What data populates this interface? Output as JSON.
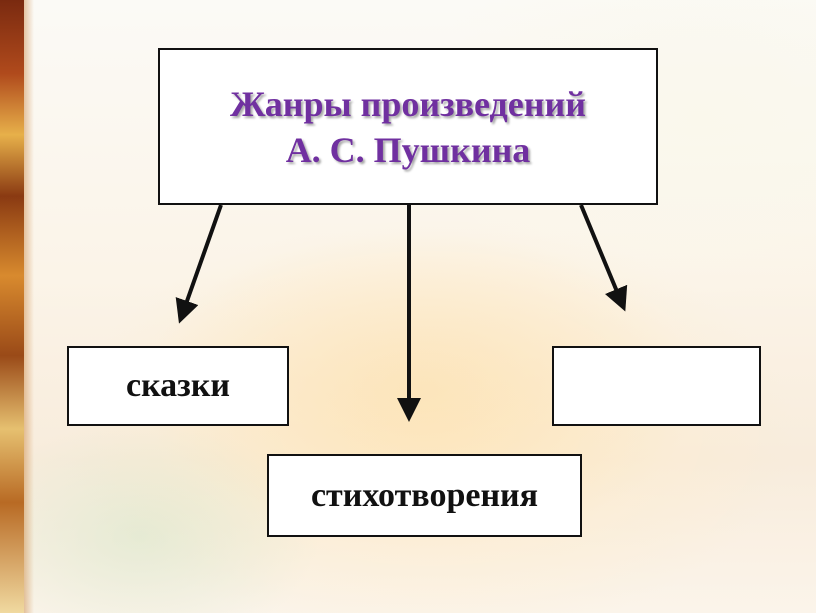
{
  "title": {
    "line1": "Жанры произведений",
    "line2": "А. С. Пушкина"
  },
  "genres": {
    "left": "сказки",
    "center": "стихотворения",
    "right": ""
  },
  "colors": {
    "title_text": "#7030a0",
    "box_border": "#111111",
    "arrow": "#111111"
  }
}
